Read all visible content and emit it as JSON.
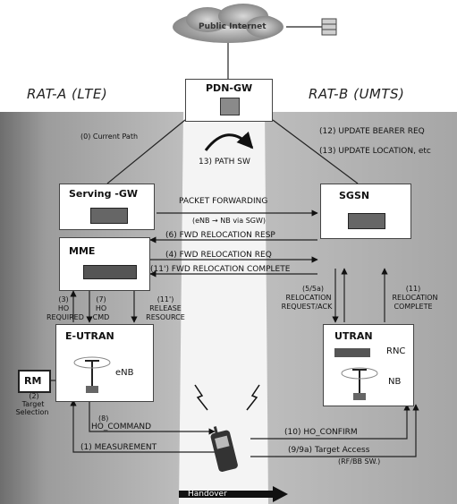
{
  "network": {
    "cloud": "Public Internet"
  },
  "rats": {
    "a": "RAT-A (LTE)",
    "b": "RAT-B (UMTS)"
  },
  "nodes": {
    "pdn_gw": "PDN-GW",
    "serving_gw": "Serving -GW",
    "sgsn": "SGSN",
    "mme": "MME",
    "e_utran": "E-UTRAN",
    "enb": "eNB",
    "utran": "UTRAN",
    "rnc": "RNC",
    "nb": "NB",
    "rm": "RM"
  },
  "messages": {
    "m0": "(0) Current Path",
    "m12": "(12) UPDATE BEARER REQ",
    "m13": "(13) UPDATE LOCATION, etc",
    "path_sw": "13) PATH SW",
    "pkt_fwd": "PACKET FORWARDING",
    "pkt_fwd_sub": "(eNB → NB via SGW)",
    "m6_resp": "(6) FWD RELOCATION RESP",
    "m4_req": "(4) FWD RELOCATION REQ",
    "m11_complete": "(11') FWD RELOCATION COMPLETE",
    "m5": "(5/5a)",
    "m5_l1": "RELOCATION",
    "m5_l2": "REQUEST/ACK",
    "m11_num": "(11)",
    "m11_l1": "RELOCATION",
    "m11_l2": "COMPLETE",
    "m3_num": "(3)",
    "m3_l1": "HO",
    "m3_l2": "REQUIRED",
    "m7_num": "(7)",
    "m7_l1": "HO",
    "m7_l2": "CMD",
    "m11r_num": "(11')",
    "m11r_l1": "RELEASE",
    "m11r_l2": "RESOURCE",
    "m2_num": "(2)",
    "m2_l1": "Target",
    "m2_l2": "Selection",
    "m8_num": "(8)",
    "m8_l1": "HO_COMMAND",
    "m1": "(1) MEASUREMENT",
    "m10": "(10) HO_CONFIRM",
    "m9": "(9/9a) Target Access",
    "m9_sub": "(RF/BB SW.)",
    "handover": "Handover"
  },
  "colors": {
    "left_shade": "#9a9a9a",
    "right_shade": "#b8b8b8",
    "line": "#222222"
  }
}
